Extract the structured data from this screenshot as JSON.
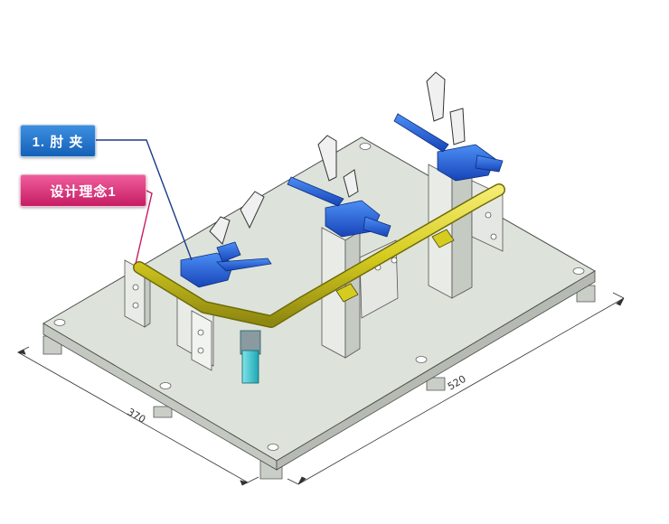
{
  "callouts": {
    "clamp": "1. 肘 夹",
    "design": "设计理念1"
  },
  "dimensions": {
    "width": "370",
    "length": "520"
  },
  "colors": {
    "base_plate": "#dde3da",
    "clamp_blue": "#1f5fe0",
    "tube_yellow": "#d6cc1f",
    "pin_cyan": "#38c8d2",
    "callout_blue": "#1a6fd0",
    "callout_pink": "#d8286f"
  }
}
